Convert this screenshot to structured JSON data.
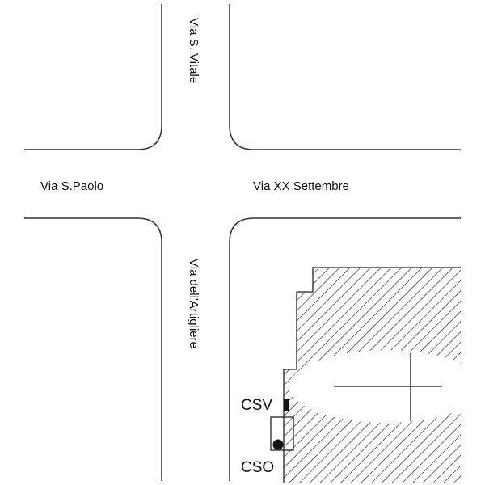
{
  "streets": {
    "north": "Via S. Vitale",
    "west": "Via S.Paolo",
    "east": "Via XX Settembre",
    "south": "Via dell'Artigliere"
  },
  "markers": {
    "csv": "CSV",
    "cso": "CSO"
  }
}
